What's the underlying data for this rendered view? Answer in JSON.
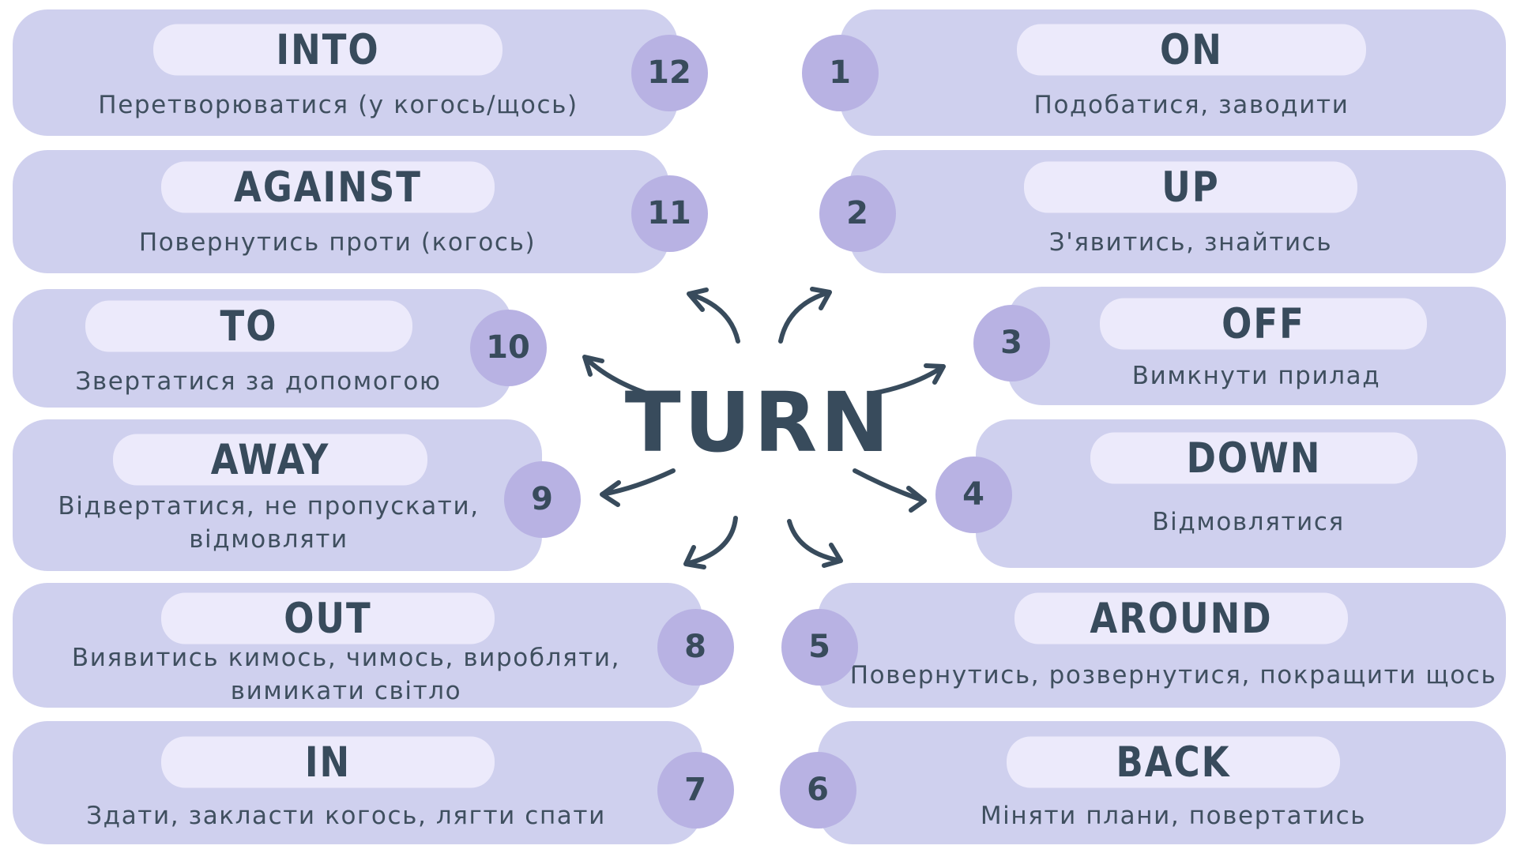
{
  "title": "TURN",
  "items": [
    {
      "num": "1",
      "word": "ON",
      "desc": "Подобатися, заводити"
    },
    {
      "num": "2",
      "word": "UP",
      "desc": "З'явитись, знайтись"
    },
    {
      "num": "3",
      "word": "OFF",
      "desc": "Вимкнути прилад"
    },
    {
      "num": "4",
      "word": "DOWN",
      "desc": "Відмовлятися"
    },
    {
      "num": "5",
      "word": "AROUND",
      "desc": "Повернутись, розвернутися, покращити щось"
    },
    {
      "num": "6",
      "word": "BACK",
      "desc": "Міняти плани, повертатись"
    },
    {
      "num": "7",
      "word": "IN",
      "desc": "Здати, закласти когось, лягти спати"
    },
    {
      "num": "8",
      "word": "OUT",
      "desc": "Виявитись кимось, чимось, виробляти,\nвимикати світло"
    },
    {
      "num": "9",
      "word": "AWAY",
      "desc": "Відвертатися, не пропускати,\nвідмовляти"
    },
    {
      "num": "10",
      "word": "TO",
      "desc": "Звертатися за допомогою"
    },
    {
      "num": "11",
      "word": "AGAINST",
      "desc": "Повернутись проти (когось)"
    },
    {
      "num": "12",
      "word": "INTO",
      "desc": "Перетворюватися (у когось/щось)"
    }
  ],
  "colors": {
    "card": "#cfd0ee",
    "pill": "#eceafb",
    "circle": "#b8b2e3",
    "text": "#384b5c"
  }
}
